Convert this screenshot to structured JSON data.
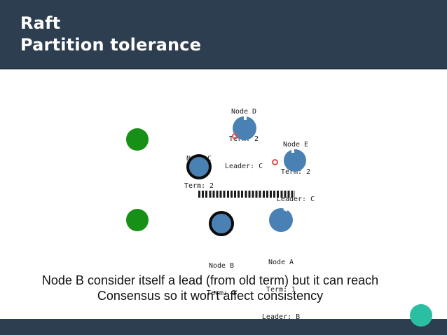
{
  "header": {
    "title": "Raft",
    "subtitle": "Partition tolerance"
  },
  "diagram": {
    "nodes": {
      "d": {
        "lines": [
          "Node D",
          "Term: 2",
          "Leader: C"
        ]
      },
      "e": {
        "lines": [
          "Node E",
          "Term: 2",
          "Leader: C"
        ]
      },
      "c": {
        "lines": [
          "Node C",
          "Term: 2"
        ]
      },
      "b": {
        "lines": [
          "Node B",
          "Term: 1"
        ]
      },
      "a": {
        "lines": [
          "Node A",
          "Term: 1",
          "Leader: B"
        ]
      }
    }
  },
  "caption": {
    "line1": "Node B consider itself a lead (from old term) but it can reach",
    "line2": "Consensus so it won't affect consistency"
  },
  "colors": {
    "header_bg": "#2d3e50",
    "header_edge": "#233140",
    "node_blue": "#4a81b4",
    "leader_ring": "#0b0b0b",
    "client_green": "#169016",
    "vote_red": "#e34d4d",
    "partition_dark": "#1c1c1c",
    "accent_teal": "#2abfa3"
  }
}
